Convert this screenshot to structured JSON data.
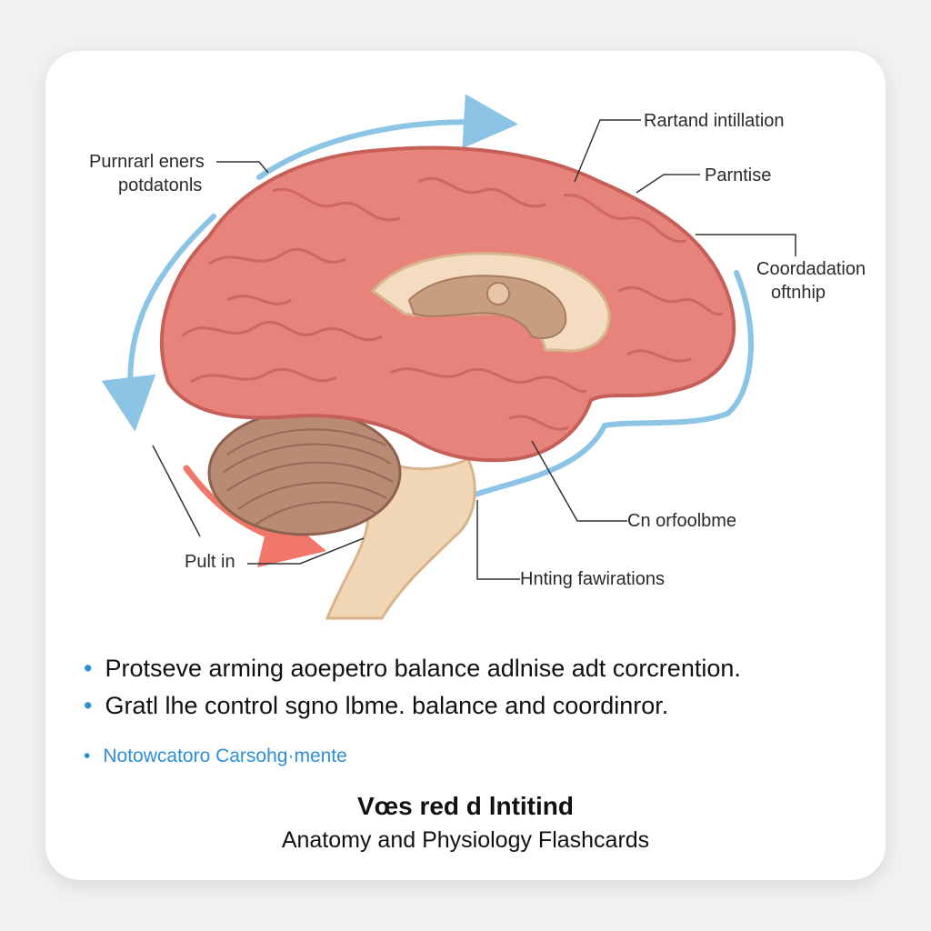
{
  "labels": {
    "top_left_line1": "Purnrarl eners",
    "top_left_line2": "potdatonls",
    "top_right": "Rartand intillation",
    "right_1": "Parntise",
    "right_2_line1": "Coordadation",
    "right_2_line2": "oftnhip",
    "right_lower": "Cn orfoolbme",
    "bottom_right": "Hnting fawirations",
    "bottom_left": "Pult in"
  },
  "bullets": [
    "Protseve arming aoepetro balance adlnise adt corcrention.",
    "Gratl lhe control sgno lbme. balance and coordinror."
  ],
  "note": "Notowcatoro Carsohg·mente",
  "footer": {
    "title": "Vœs red d lntitind",
    "subtitle": "Anatomy and Physiology Flashcards"
  },
  "colors": {
    "brain_fill": "#e8837c",
    "cerebellum": "#b98a74",
    "brainstem": "#f0d6b4",
    "arrow_blue": "#8cc4e6",
    "arrow_red": "#f0776a",
    "accent_blue": "#2d8fd6"
  }
}
